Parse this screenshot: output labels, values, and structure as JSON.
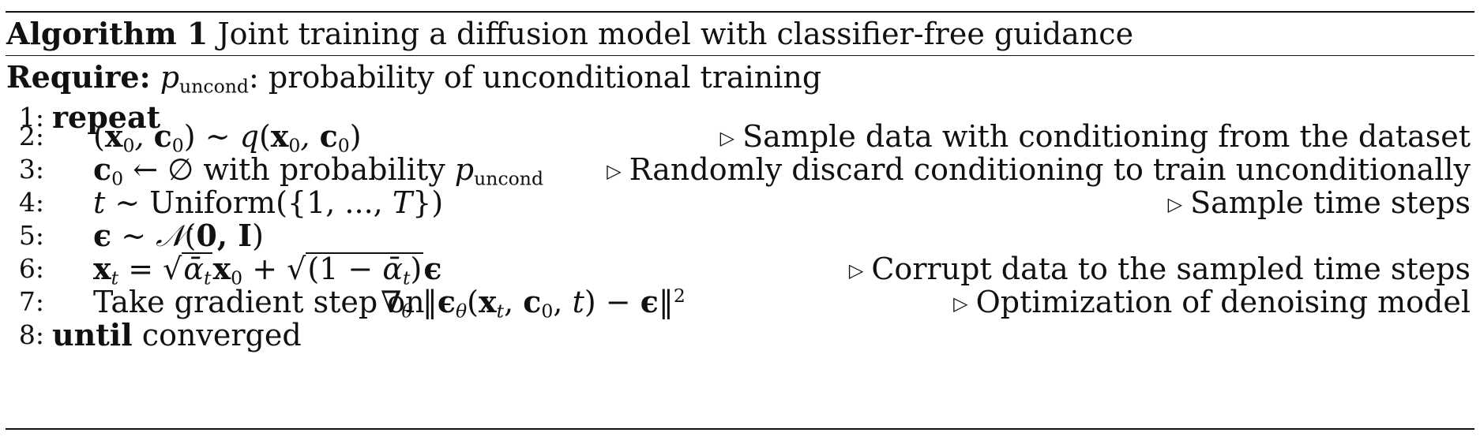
{
  "algorithm": {
    "label": "Algorithm 1",
    "title": "Joint training a diffusion model with classifier-free guidance",
    "require_label": "Require:",
    "require_var": "p",
    "require_var_sub": "uncond",
    "require_text": ": probability of unconditional training"
  },
  "lines": [
    {
      "num": "1:",
      "keyword": "repeat",
      "comment": ""
    },
    {
      "num": "2:",
      "comment": "Sample data with conditioning from the dataset"
    },
    {
      "num": "3:",
      "text": "with probability",
      "comment": "Randomly discard conditioning to train unconditionally"
    },
    {
      "num": "4:",
      "func": "Uniform",
      "comment": "Sample time steps"
    },
    {
      "num": "5:",
      "comment": ""
    },
    {
      "num": "6:",
      "comment": "Corrupt data to the sampled time steps"
    },
    {
      "num": "7:",
      "text": "Take gradient step on",
      "comment": "Optimization of denoising model"
    },
    {
      "num": "8:",
      "keyword": "until",
      "text": "converged",
      "comment": ""
    }
  ],
  "comment_marker": "▷"
}
